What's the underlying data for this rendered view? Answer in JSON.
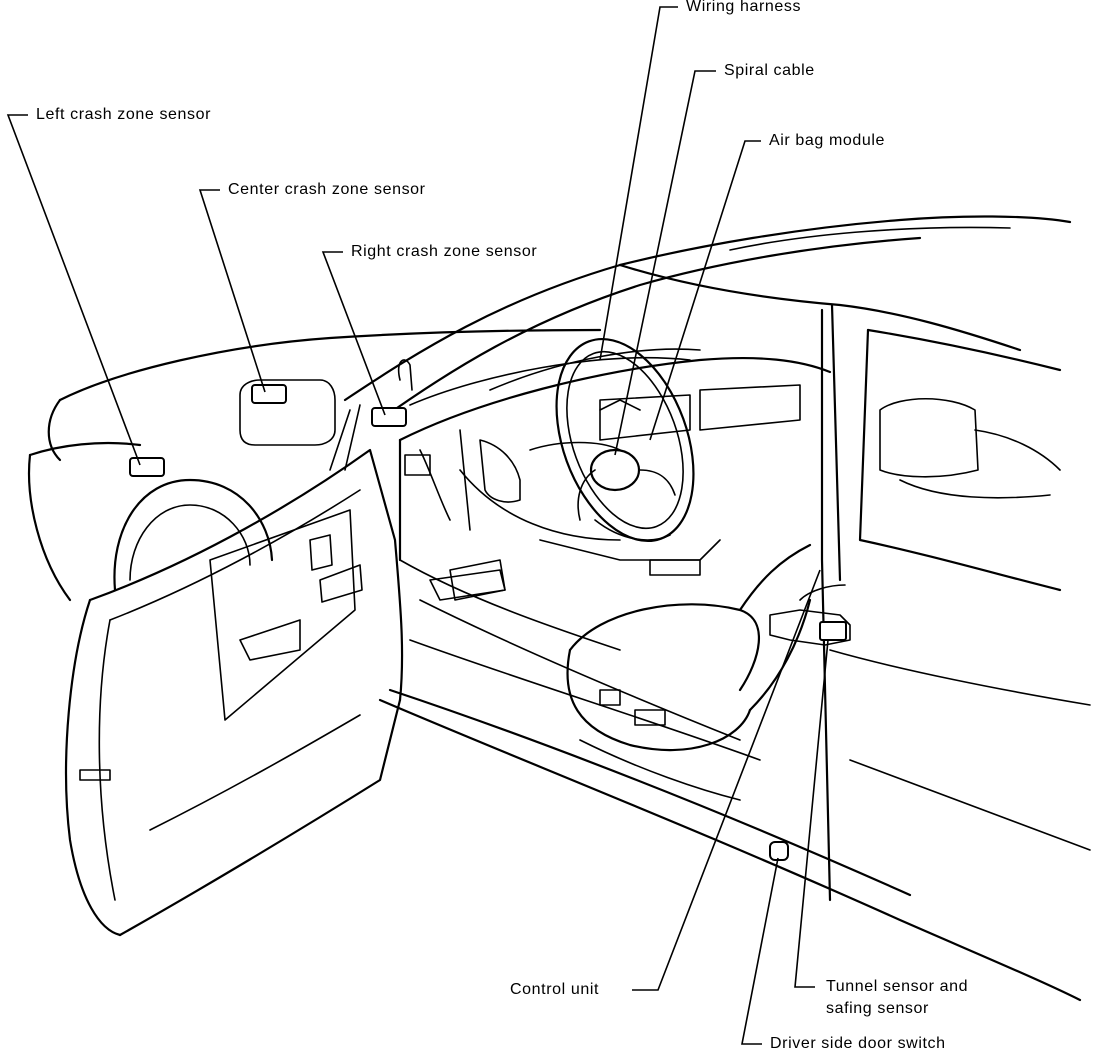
{
  "labels": {
    "wiring_harness": "Wiring harness",
    "spiral_cable": "Spiral cable",
    "air_bag_module": "Air bag module",
    "left_crash_zone_sensor": "Left crash zone sensor",
    "center_crash_zone_sensor": "Center crash zone sensor",
    "right_crash_zone_sensor": "Right crash zone sensor",
    "control_unit": "Control unit",
    "tunnel_sensor_line1": "Tunnel sensor and",
    "tunnel_sensor_line2": "safing sensor",
    "driver_side_door_switch": "Driver side door switch"
  }
}
